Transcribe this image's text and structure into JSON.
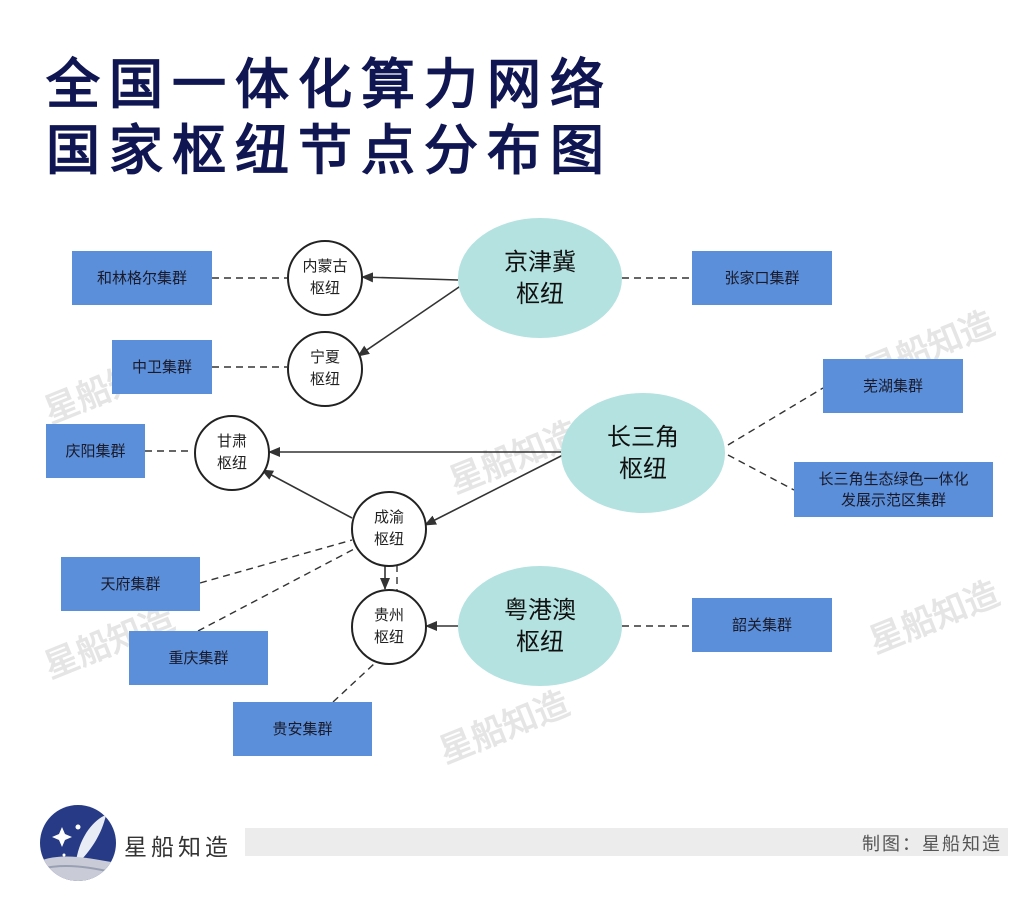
{
  "title": {
    "line1": "全国一体化算力网络",
    "line2": "国家枢纽节点分布图"
  },
  "hubs": {
    "jjj": "京津冀\n枢纽",
    "csj": "长三角\n枢纽",
    "ygа": "",
    "yga": "粤港澳\n枢纽"
  },
  "nodes": {
    "nmg": "内蒙古\n枢纽",
    "nx": "宁夏\n枢纽",
    "gs": "甘肃\n枢纽",
    "cy": "成渝\n枢纽",
    "gz": "贵州\n枢纽"
  },
  "clusters": {
    "hlgr": "和林格尔集群",
    "zw": "中卫集群",
    "qy": "庆阳集群",
    "tf": "天府集群",
    "cq": "重庆集群",
    "ga": "贵安集群",
    "zjk": "张家口集群",
    "wh": "芜湖集群",
    "csjst": "长三角生态绿色一体化\n发展示范区集群",
    "sg": "韶关集群"
  },
  "colors": {
    "title": "#0f1652",
    "hub": "#b3e2e0",
    "cluster": "#5b8fd9",
    "logo": "#263a86"
  },
  "footer": {
    "brand": "星船知造",
    "credit": "制图：星船知造",
    "watermark": "星船知造"
  }
}
